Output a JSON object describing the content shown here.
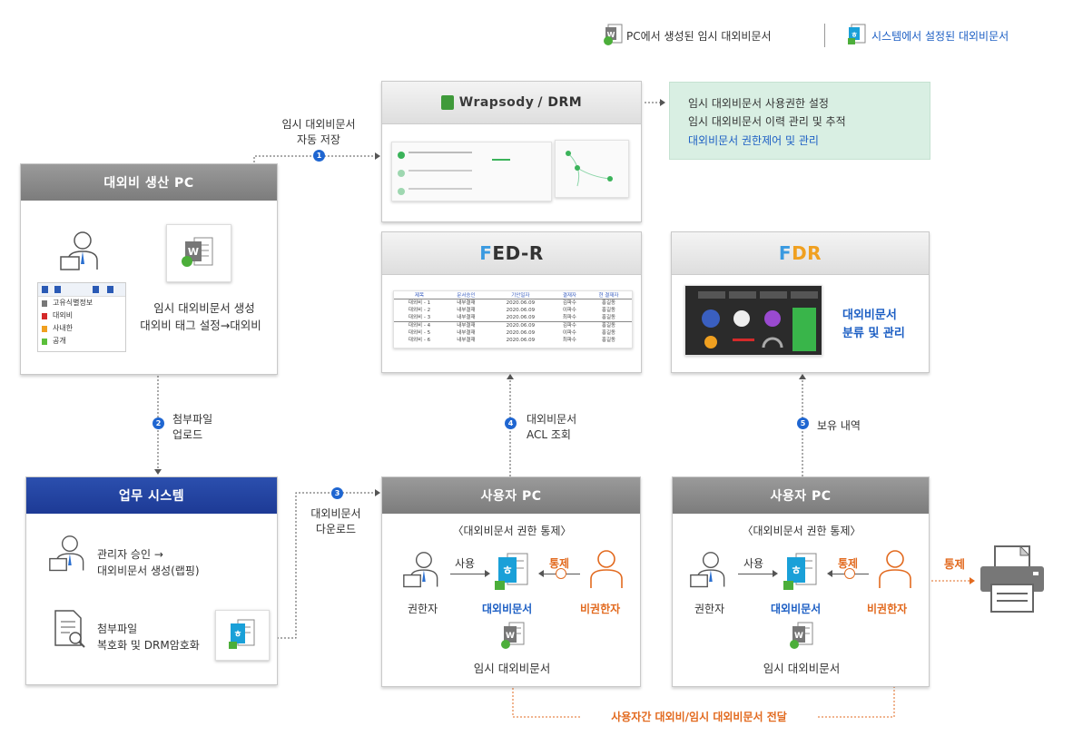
{
  "legend": {
    "temp_doc": "PC에서 생성된 임시 대외비문서",
    "sys_doc": "시스템에서 설정된 대외비문서"
  },
  "producer_pc": {
    "title": "대외비 생산 PC",
    "tags": [
      "고유식별정보",
      "대외비",
      "사내한",
      "공개"
    ],
    "caption_line1": "임시 대외비문서 생성",
    "caption_line2": "대외비 태그 설정→대외비"
  },
  "wrapsody": {
    "logo_brand": "Wrapsody",
    "logo_suffix": "/ DRM",
    "features": [
      "임시 대외비문서 사용권한 설정",
      "임시 대외비문서 이력 관리 및 추적",
      "대외비문서 권한제어 및 관리"
    ]
  },
  "fedr": {
    "title_f": "F",
    "title_rest": "ED-R",
    "table_headers": [
      "제목",
      "문서승인",
      "기안일자",
      "결재자",
      "현 결재자"
    ],
    "table_rows": [
      [
        "대외비 - 1",
        "내부결재",
        "2020.06.09",
        "김파수",
        "홍길동"
      ],
      [
        "대외비 - 2",
        "내부결재",
        "2020.06.09",
        "이파수",
        "홍길동"
      ],
      [
        "대외비 - 3",
        "내부결재",
        "2020.06.09",
        "최파수",
        "홍길동"
      ],
      [
        "대외비 - 4",
        "내부결재",
        "2020.06.09",
        "김파수",
        "홍길동"
      ],
      [
        "대외비 - 5",
        "내부결재",
        "2020.06.09",
        "이파수",
        "홍길동"
      ],
      [
        "대외비 - 6",
        "내부결재",
        "2020.06.09",
        "최파수",
        "홍길동"
      ]
    ]
  },
  "fdr": {
    "title_f": "F",
    "title_rest": "DR",
    "caption_line1": "대외비문서",
    "caption_line2": "분류 및 관리"
  },
  "work_system": {
    "title": "업무 시스템",
    "item1_line1": "관리자 승인 →",
    "item1_line2": "대외비문서 생성(랩핑)",
    "item2_line1": "첨부파일",
    "item2_line2": "복호화 및 DRM암호화"
  },
  "user_pc_a": {
    "title": "사용자 PC",
    "subtitle": "〈대외비문서 권한 통제〉",
    "use_label": "사용",
    "control_label": "통제",
    "authorized": "권한자",
    "doc": "대외비문서",
    "unauthorized": "비권한자",
    "temp_doc": "임시 대외비문서"
  },
  "user_pc_b": {
    "title": "사용자 PC",
    "subtitle": "〈대외비문서 권한 통제〉",
    "use_label": "사용",
    "control_label": "통제",
    "authorized": "권한자",
    "doc": "대외비문서",
    "unauthorized": "비권한자",
    "temp_doc": "임시 대외비문서"
  },
  "steps": {
    "s1_num": "1",
    "s1_line1": "임시 대외비문서",
    "s1_line2": "자동 저장",
    "s2_num": "2",
    "s2_line1": "첨부파일",
    "s2_line2": "업로드",
    "s3_num": "3",
    "s3_line1": "대외비문서",
    "s3_line2": "다운로드",
    "s4_num": "4",
    "s4_line1": "대외비문서",
    "s4_line2": "ACL 조회",
    "s5_num": "5",
    "s5_line1": "보유 내역"
  },
  "print_control": "통제",
  "transfer_label": "사용자간 대외비/임시 대외비문서 전달",
  "colors": {
    "blue": "#1d5fc4",
    "orange": "#e26a1f",
    "green": "#d9efe3",
    "header_gray": "#8a8a8a",
    "header_blue": "#1d3a95"
  }
}
